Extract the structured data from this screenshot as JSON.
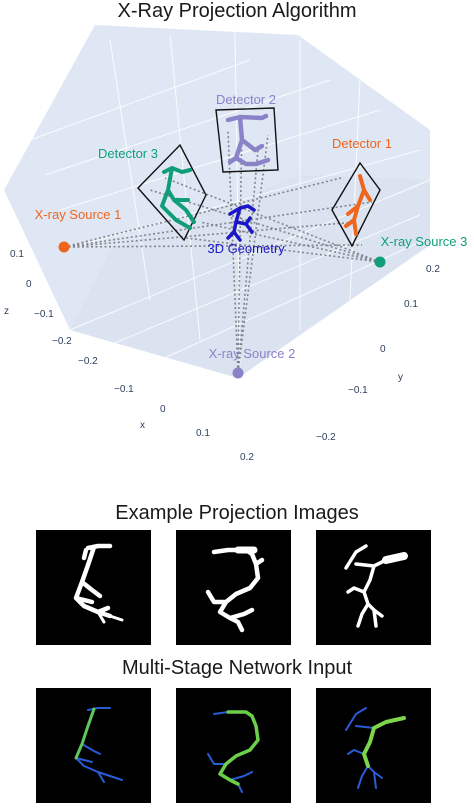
{
  "titles": {
    "main": "X-Ray Projection Algorithm",
    "projections": "Example Projection Images",
    "network": "Multi-Stage Network Input"
  },
  "labels": {
    "detector1": "Detector 1",
    "detector2": "Detector 2",
    "detector3": "Detector 3",
    "source1": "X-ray Source 1",
    "source2": "X-ray Source 2",
    "source3": "X-ray Source 3",
    "geometry": "3D Geometry"
  },
  "axes": {
    "z_name": "z",
    "x_name": "x",
    "y_name": "y",
    "z_ticks": [
      "0.1",
      "0",
      "−0.1",
      "−0.2"
    ],
    "x_ticks": [
      "−0.2",
      "−0.1",
      "0",
      "0.1",
      "0.2"
    ],
    "y_ticks": [
      "0.2",
      "0.1",
      "0",
      "−0.1",
      "−0.2"
    ]
  },
  "colors": {
    "source1": "#f0651c",
    "source2": "#8b83c8",
    "source3": "#0f9e78",
    "geometry": "#1a16c8",
    "plot_bg": "#dfe7f4",
    "tick": "#2d3e5a"
  }
}
